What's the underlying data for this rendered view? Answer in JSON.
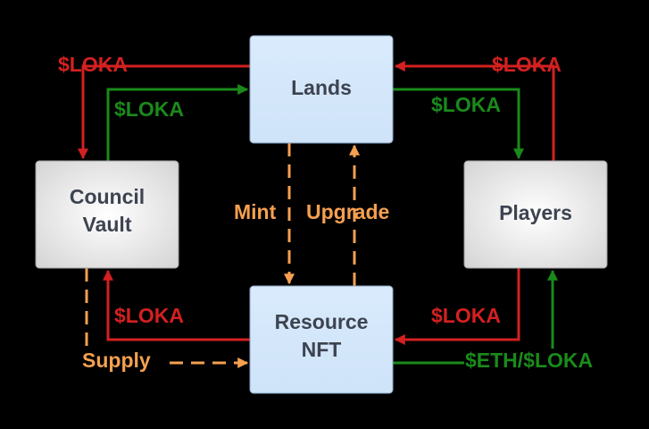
{
  "colors": {
    "background": "#000000",
    "red": "#d42020",
    "green": "#1a8a1a",
    "orange": "#f5a050",
    "node_blue": "#d6e8fb",
    "node_gray": "#e4e4e4",
    "node_text": "#3d4350"
  },
  "nodes": {
    "lands": {
      "label": "Lands"
    },
    "council_vault": {
      "line1": "Council",
      "line2": "Vault"
    },
    "players": {
      "label": "Players"
    },
    "resource_nft": {
      "line1": "Resource",
      "line2": "NFT"
    }
  },
  "edges": {
    "lands_to_council": "$LOKA",
    "council_to_lands": "$LOKA",
    "players_to_lands": "$LOKA",
    "lands_to_players": "$LOKA",
    "mint": "Mint",
    "upgrade": "Upgrade",
    "resource_to_council": "$LOKA",
    "supply": "Supply",
    "players_to_resource": "$LOKA",
    "resource_to_players": "$ETH/$LOKA"
  }
}
